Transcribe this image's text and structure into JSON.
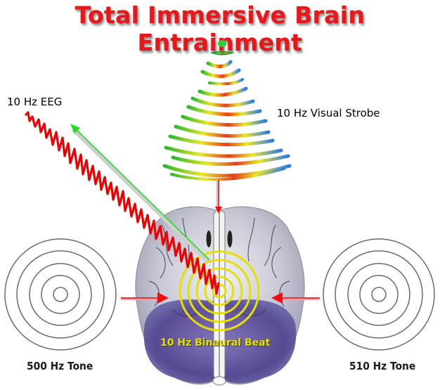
{
  "title": "Total Immersive Brain Entrainment",
  "labels": {
    "eeg": "10 Hz EEG",
    "visual_strobe": "10 Hz Visual Strobe",
    "binaural_beat": "10 Hz Binaural Beat",
    "left_tone": "500 Hz Tone",
    "right_tone": "510 Hz Tone"
  },
  "colors": {
    "title": "#e8171a",
    "eeg_wave": "#ee0000",
    "arrow_green": "#22dd22",
    "arrow_red": "#e81010",
    "binaural_rings": "#e6e000",
    "tone_rings": "#666666",
    "brain": "#c9c9d6",
    "cerebellum": "#5a4a9a"
  }
}
